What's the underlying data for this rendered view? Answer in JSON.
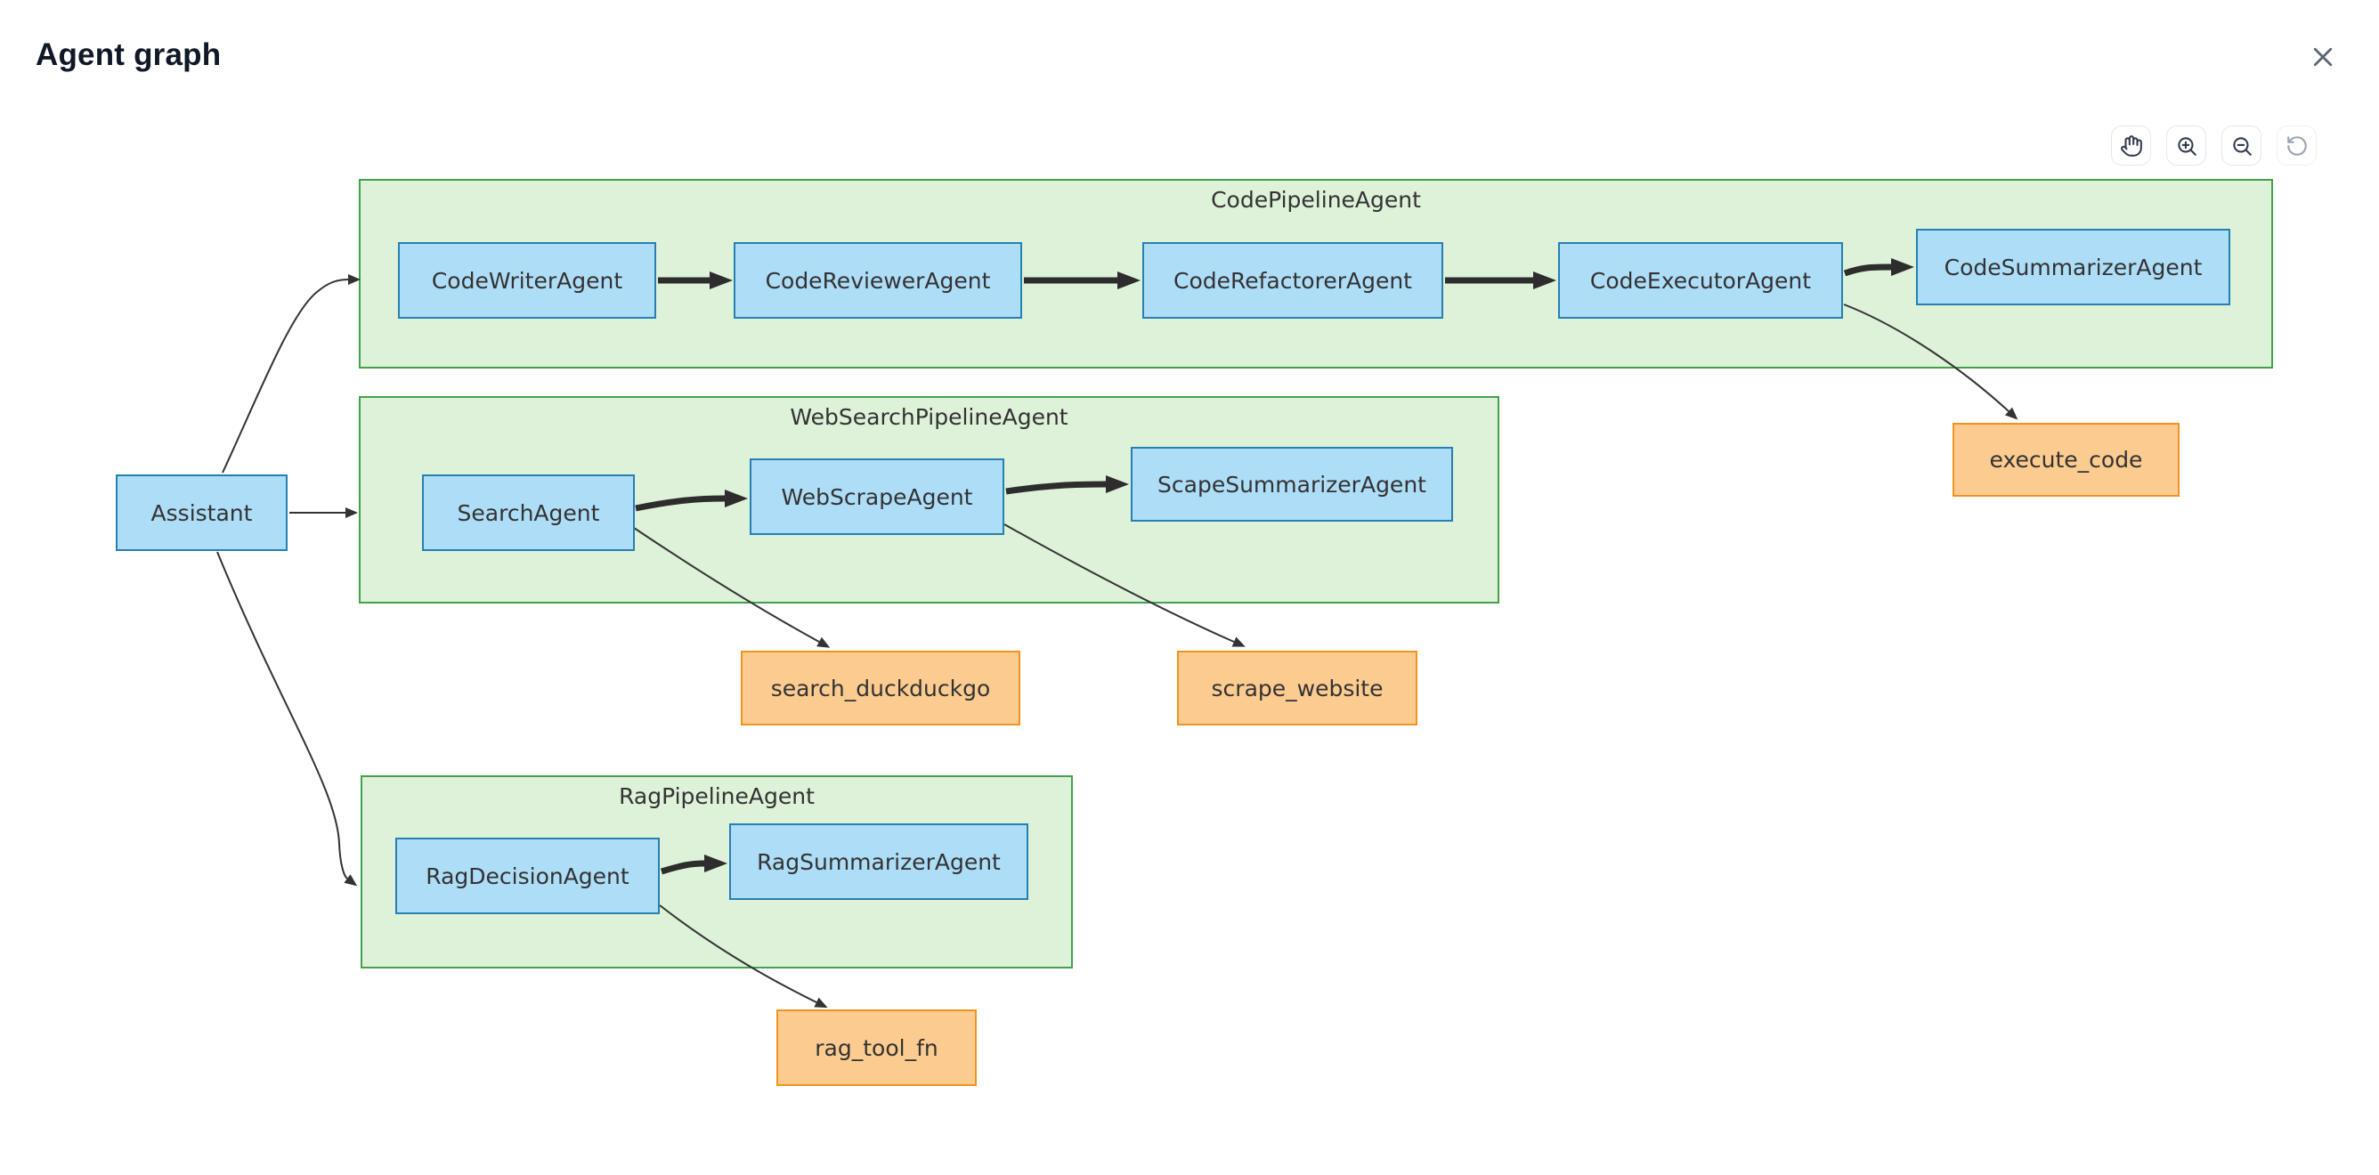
{
  "header": {
    "title": "Agent graph",
    "close_icon": "x-icon"
  },
  "toolbar": {
    "buttons": [
      {
        "id": "pan",
        "icon": "hand-icon",
        "enabled": true
      },
      {
        "id": "zoom-in",
        "icon": "zoom-in-icon",
        "enabled": true
      },
      {
        "id": "zoom-out",
        "icon": "zoom-out-icon",
        "enabled": true
      },
      {
        "id": "reset-view",
        "icon": "rotate-ccw-icon",
        "enabled": false
      }
    ]
  },
  "graph": {
    "groups": [
      {
        "id": "code-pipeline",
        "title": "CodePipelineAgent"
      },
      {
        "id": "websearch-pipeline",
        "title": "WebSearchPipelineAgent"
      },
      {
        "id": "rag-pipeline",
        "title": "RagPipelineAgent"
      }
    ],
    "nodes": {
      "assistant": {
        "label": "Assistant",
        "type": "agent"
      },
      "codeWriter": {
        "label": "CodeWriterAgent",
        "type": "agent"
      },
      "codeReviewer": {
        "label": "CodeReviewerAgent",
        "type": "agent"
      },
      "codeRefactorer": {
        "label": "CodeRefactorerAgent",
        "type": "agent"
      },
      "codeExecutor": {
        "label": "CodeExecutorAgent",
        "type": "agent"
      },
      "codeSummarizer": {
        "label": "CodeSummarizerAgent",
        "type": "agent"
      },
      "searchAgent": {
        "label": "SearchAgent",
        "type": "agent"
      },
      "webScrape": {
        "label": "WebScrapeAgent",
        "type": "agent"
      },
      "scapeSummarizer": {
        "label": "ScapeSummarizerAgent",
        "type": "agent"
      },
      "ragDecision": {
        "label": "RagDecisionAgent",
        "type": "agent"
      },
      "ragSummarizer": {
        "label": "RagSummarizerAgent",
        "type": "agent"
      },
      "executeCode": {
        "label": "execute_code",
        "type": "tool"
      },
      "searchDuckduckgo": {
        "label": "search_duckduckgo",
        "type": "tool"
      },
      "scrapeWebsite": {
        "label": "scrape_website",
        "type": "tool"
      },
      "ragToolFn": {
        "label": "rag_tool_fn",
        "type": "tool"
      }
    },
    "edges": [
      {
        "from": "Assistant",
        "to": "CodePipelineAgent",
        "style": "thin"
      },
      {
        "from": "Assistant",
        "to": "WebSearchPipelineAgent",
        "style": "thin"
      },
      {
        "from": "Assistant",
        "to": "RagPipelineAgent",
        "style": "thin"
      },
      {
        "from": "CodeWriterAgent",
        "to": "CodeReviewerAgent",
        "style": "thick"
      },
      {
        "from": "CodeReviewerAgent",
        "to": "CodeRefactorerAgent",
        "style": "thick"
      },
      {
        "from": "CodeRefactorerAgent",
        "to": "CodeExecutorAgent",
        "style": "thick"
      },
      {
        "from": "CodeExecutorAgent",
        "to": "CodeSummarizerAgent",
        "style": "thick"
      },
      {
        "from": "SearchAgent",
        "to": "WebScrapeAgent",
        "style": "thick"
      },
      {
        "from": "WebScrapeAgent",
        "to": "ScapeSummarizerAgent",
        "style": "thick"
      },
      {
        "from": "RagDecisionAgent",
        "to": "RagSummarizerAgent",
        "style": "thick"
      },
      {
        "from": "CodeExecutorAgent",
        "to": "execute_code",
        "style": "thin"
      },
      {
        "from": "SearchAgent",
        "to": "search_duckduckgo",
        "style": "thin"
      },
      {
        "from": "WebScrapeAgent",
        "to": "scrape_website",
        "style": "thin"
      },
      {
        "from": "RagDecisionAgent",
        "to": "rag_tool_fn",
        "style": "thin"
      }
    ],
    "colors": {
      "agent_fill": "#aeddf8",
      "agent_border": "#2580b3",
      "tool_fill": "#fccb90",
      "tool_border": "#f0941f",
      "group_fill": "#def1d9",
      "group_border": "#43a04b",
      "edge": "#333333"
    }
  }
}
